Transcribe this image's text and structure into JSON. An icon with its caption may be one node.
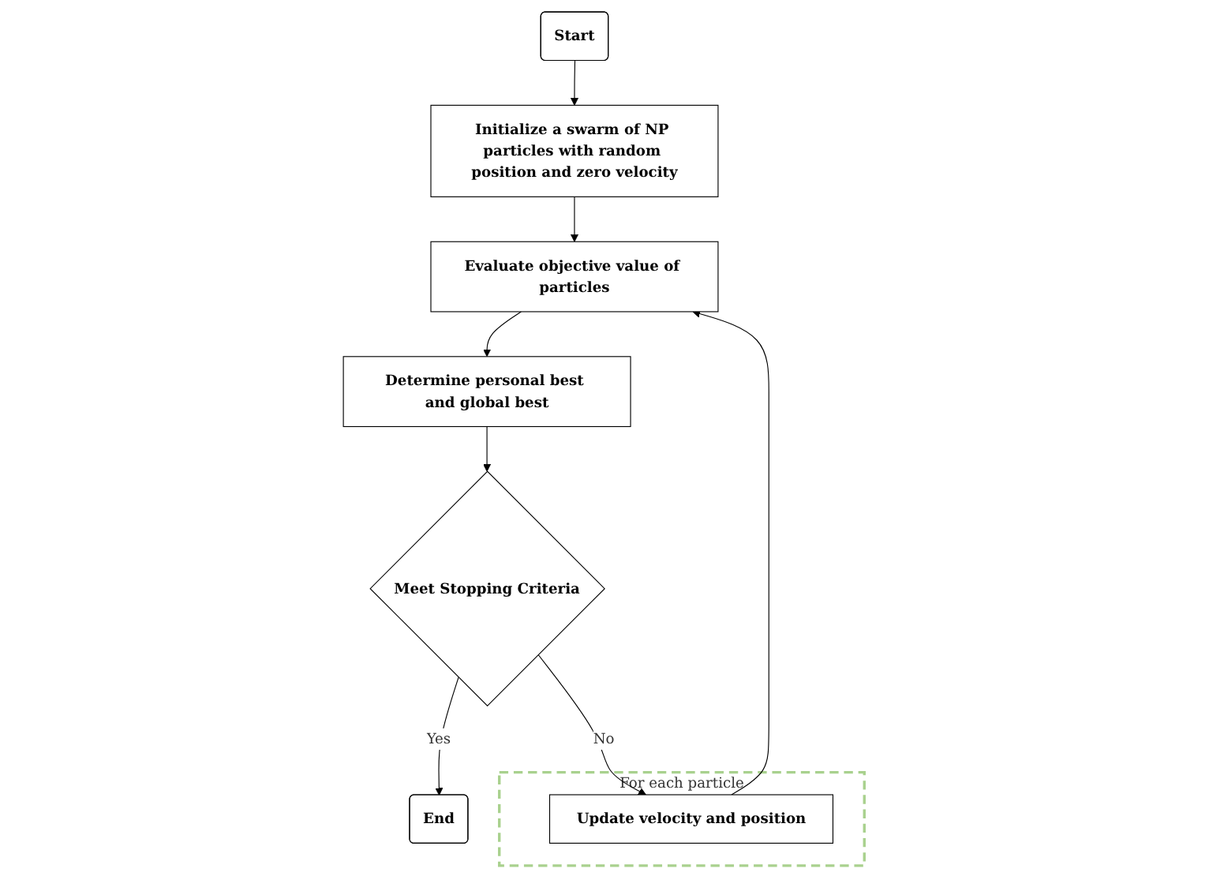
{
  "diagram": {
    "nodes": [
      {
        "text": [
          "Start"
        ]
      },
      {
        "text": [
          "Initialize a swarm of NP particles with random position and zero velocity"
        ]
      },
      {
        "text": [
          "Evaluate objective value of particles"
        ]
      },
      {
        "text": [
          "Determine personal best and global best"
        ]
      },
      {
        "text": [
          "Meet Stopping Criteria"
        ]
      },
      {
        "text": [
          "End"
        ]
      },
      {
        "text": [
          "For each particle"
        ]
      },
      {
        "text": [
          "Update velocity and position"
        ],
        "in": 6
      }
    ],
    "edges": [
      {
        "from": 0,
        "to": 1,
        "arrow": "to"
      },
      {
        "from": 1,
        "to": 2,
        "arrow": "to"
      },
      {
        "from": 2,
        "to": 3,
        "arrow": "to"
      },
      {
        "from": 3,
        "to": 4,
        "arrow": "to"
      },
      {
        "from": 4,
        "to": 5,
        "label": "Yes",
        "arrow": "to"
      },
      {
        "from": 4,
        "to": 7,
        "label": "No",
        "arrow": "to"
      },
      {
        "from": 7,
        "to": 2,
        "arrow": "to"
      }
    ]
  }
}
